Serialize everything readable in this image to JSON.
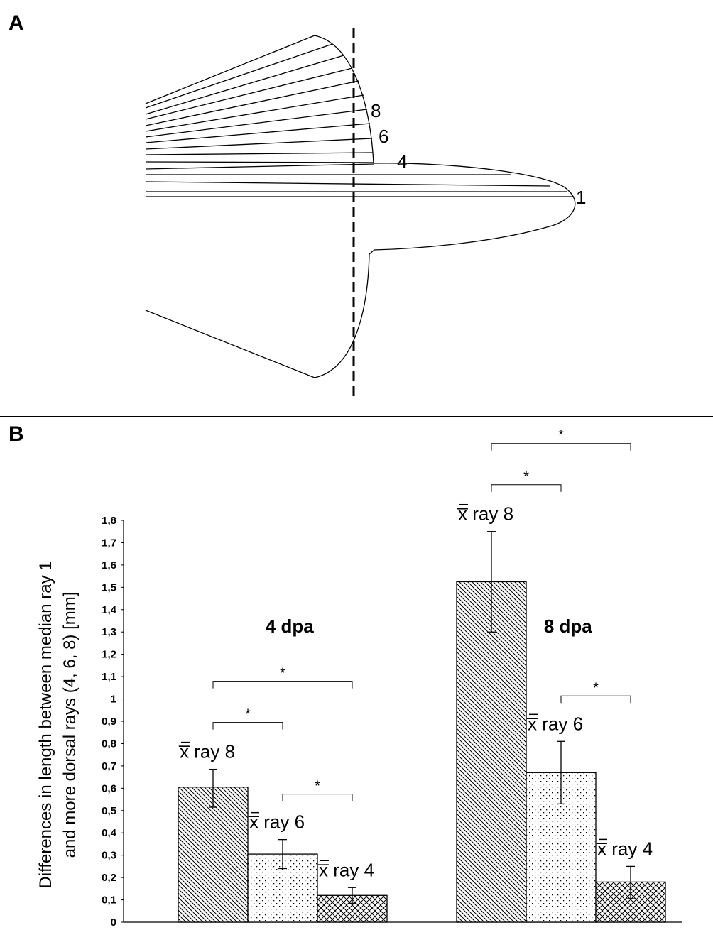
{
  "panel_a": {
    "letter": "A",
    "ray_labels": [
      "8",
      "6",
      "4",
      "1"
    ]
  },
  "panel_b": {
    "letter": "B"
  },
  "chart_data": {
    "type": "bar",
    "ylabel_lines": [
      "Differences in length between median ray 1",
      "and more dorsal rays (4, 6, 8) [mm]"
    ],
    "ylim": [
      0,
      1.8
    ],
    "y_ticks": [
      "0",
      "0,1",
      "0,2",
      "0,3",
      "0,4",
      "0,5",
      "0,6",
      "0,7",
      "0,8",
      "0,9",
      "1",
      "1,1",
      "1,2",
      "1,3",
      "1,4",
      "1,5",
      "1,6",
      "1,7",
      "1,8"
    ],
    "groups": [
      {
        "label": "4 dpa",
        "bars": [
          {
            "label": "x̅ ray 8",
            "value": 0.605,
            "err_low": 0.515,
            "err_high": 0.685,
            "pattern": "diagonal"
          },
          {
            "label": "x̅ ray 6",
            "value": 0.305,
            "err_low": 0.24,
            "err_high": 0.37,
            "pattern": "dots"
          },
          {
            "label": "x̅ ray 4",
            "value": 0.12,
            "err_low": 0.085,
            "err_high": 0.155,
            "pattern": "crosshatch"
          }
        ],
        "significance": [
          {
            "from": 0,
            "to": 1,
            "label": "*"
          },
          {
            "from": 0,
            "to": 2,
            "label": "*"
          },
          {
            "from": 1,
            "to": 2,
            "label": "*"
          }
        ]
      },
      {
        "label": "8 dpa",
        "bars": [
          {
            "label": "x̅ ray 8",
            "value": 1.525,
            "err_low": 1.3,
            "err_high": 1.75,
            "pattern": "diagonal"
          },
          {
            "label": "x̅ ray 6",
            "value": 0.67,
            "err_low": 0.53,
            "err_high": 0.81,
            "pattern": "dots"
          },
          {
            "label": "x̅ ray 4",
            "value": 0.18,
            "err_low": 0.105,
            "err_high": 0.25,
            "pattern": "crosshatch"
          }
        ],
        "significance": [
          {
            "from": 0,
            "to": 1,
            "label": "*"
          },
          {
            "from": 0,
            "to": 2,
            "label": "*"
          },
          {
            "from": 1,
            "to": 2,
            "label": "*"
          }
        ]
      }
    ],
    "grid": false,
    "legend": "none"
  }
}
